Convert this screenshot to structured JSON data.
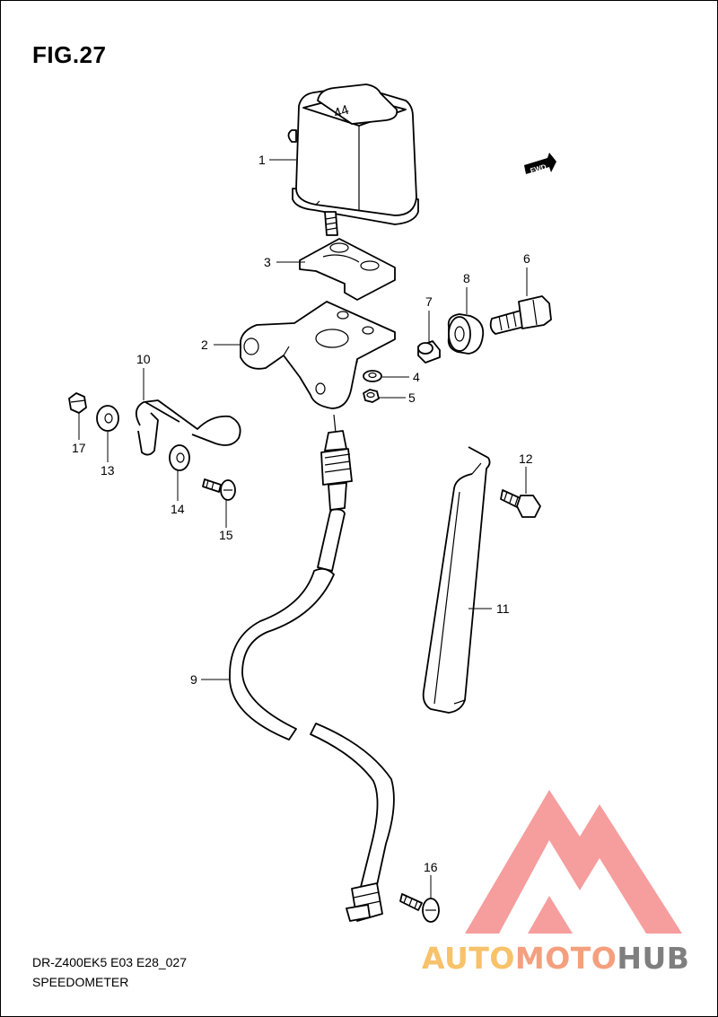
{
  "figure": {
    "title": "FIG.27",
    "model_code": "DR-Z400EK5 E03 E28_027",
    "caption": "SPEEDOMETER",
    "fwd_label": "FWD",
    "meter_mark": "44"
  },
  "callouts": [
    "1",
    "2",
    "3",
    "4",
    "5",
    "6",
    "7",
    "8",
    "9",
    "10",
    "11",
    "12",
    "13",
    "14",
    "15",
    "16",
    "17"
  ],
  "watermark": {
    "text_part1": "AUTO",
    "text_part2": "MOTO",
    "text_part3": "HUB",
    "color_auto": "#f7c26a",
    "color_moto": "#f4a07f",
    "color_hub": "#7f7f7f",
    "color_logo": "#f48c8c"
  }
}
